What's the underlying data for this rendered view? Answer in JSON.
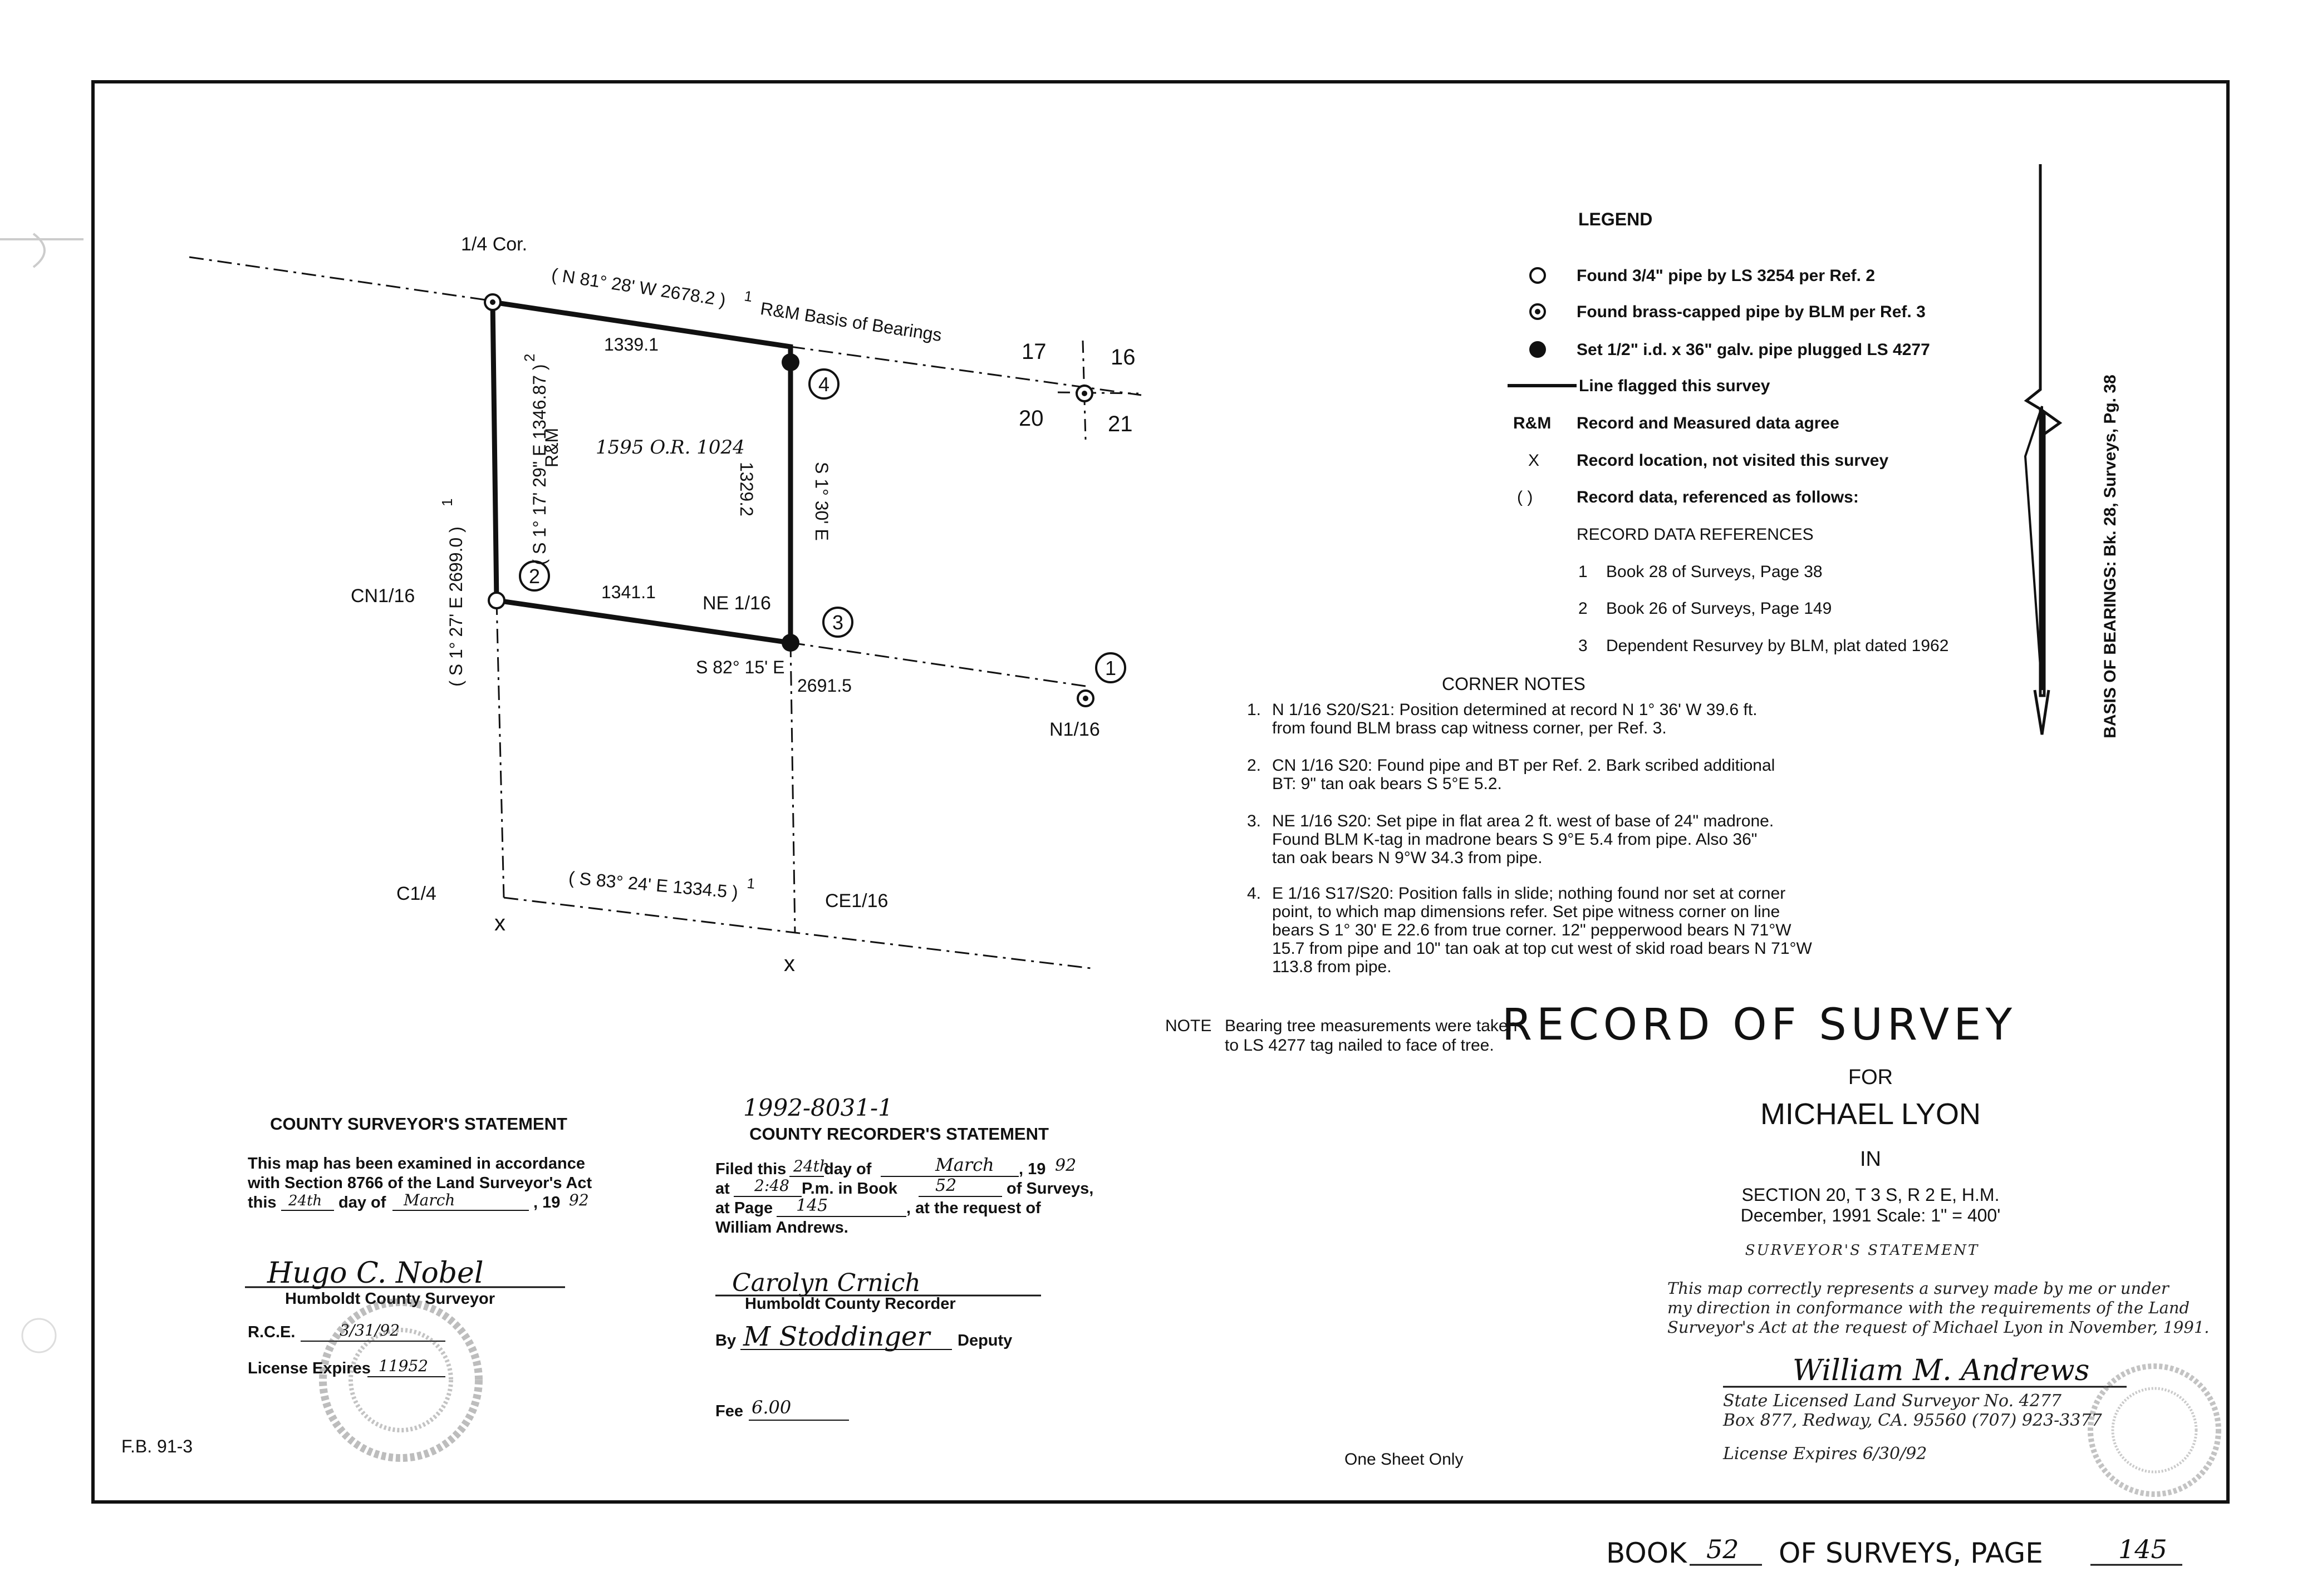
{
  "map": {
    "corner_labels": {
      "quarter_cor": "1/4 Cor.",
      "cn116": "CN1/16",
      "ne116": "NE 1/16",
      "n116": "N1/16",
      "c14": "C1/4",
      "ce116": "CE1/16"
    },
    "bearings": {
      "north_record": "( N 81° 28' W 2678.2 )",
      "north_record_ref": "1",
      "basis": "R&M Basis of Bearings",
      "west_record": "( S 1° 17' 29\" E 1346.87 )",
      "west_record_ref": "2",
      "west_rm": "R&M",
      "outer_west_record": "( S 1° 27' E 2699.0 )",
      "outer_west_ref": "1",
      "east_bearing": "S 1° 30' E",
      "east_dist": "1329.2",
      "north_dist": "1339.1",
      "south_dist": "1341.1",
      "south_bearing": "S 82° 15' E",
      "south_total": "2691.5",
      "south_record": "( S 83° 24' E 1334.5 )",
      "south_record_ref": "1"
    },
    "parcel_note": "1595 O.R. 1024",
    "section_numbers": {
      "s17": "17",
      "s16": "16",
      "s20": "20",
      "s21": "21"
    },
    "note_numbers": [
      "1",
      "2",
      "3",
      "4"
    ],
    "x_mark": "x"
  },
  "legend": {
    "title": "LEGEND",
    "items": [
      "Found 3/4\" pipe by LS 3254 per Ref. 2",
      "Found brass-capped pipe by BLM per Ref. 3",
      "Set 1/2\" i.d. x 36\" galv. pipe plugged LS 4277",
      "Line flagged this survey",
      "Record and Measured data agree",
      "Record location, not visited this survey",
      "Record data, referenced as follows:"
    ],
    "rm_symbol": "R&M",
    "x_symbol": "X",
    "paren_symbol": "( )",
    "references_title": "RECORD DATA REFERENCES",
    "references": [
      {
        "num": "1",
        "text": "Book 28 of Surveys, Page 38"
      },
      {
        "num": "2",
        "text": "Book 26 of Surveys, Page 149"
      },
      {
        "num": "3",
        "text": "Dependent Resurvey by BLM, plat dated 1962"
      }
    ]
  },
  "corner_notes": {
    "title": "CORNER NOTES",
    "notes": [
      {
        "num": "1.",
        "lines": [
          "N 1/16 S20/S21: Position determined at record N 1° 36' W 39.6 ft.",
          "from found BLM brass cap witness corner, per Ref. 3."
        ]
      },
      {
        "num": "2.",
        "lines": [
          "CN 1/16 S20: Found pipe and BT per Ref. 2. Bark scribed additional",
          "BT: 9\" tan oak bears S 5°E 5.2."
        ]
      },
      {
        "num": "3.",
        "lines": [
          "NE 1/16 S20: Set pipe in flat area 2 ft. west of base of 24\" madrone.",
          "Found BLM K-tag in madrone bears S 9°E 5.4 from pipe. Also 36\"",
          "tan oak bears N 9°W 34.3 from pipe."
        ]
      },
      {
        "num": "4.",
        "lines": [
          "E 1/16 S17/S20: Position falls in slide; nothing found nor set at corner",
          "point, to which map dimensions refer. Set pipe witness corner on line",
          "bears S 1° 30' E 22.6 from true corner. 12\" pepperwood bears N 71°W",
          "15.7 from pipe and 10\" tan oak at top cut west of skid road bears N 71°W",
          "113.8 from pipe."
        ]
      }
    ]
  },
  "note": {
    "label": "NOTE",
    "lines": [
      "Bearing tree measurements were taken",
      "to LS 4277 tag nailed to face of tree."
    ]
  },
  "basis_side": "BASIS OF BEARINGS: Bk. 28, Surveys, Pg. 38",
  "title_block": {
    "title": "RECORD OF SURVEY",
    "for": "FOR",
    "client": "MICHAEL LYON",
    "in": "IN",
    "location": "SECTION 20, T 3 S, R 2 E, H.M.",
    "date_scale": "December, 1991  Scale: 1\" = 400'",
    "surveyor_statement_title": "SURVEYOR'S STATEMENT",
    "statement_lines": [
      "This map correctly represents a survey made by me or under",
      "my direction in conformance with the requirements of the Land",
      "Surveyor's Act at the request of Michael Lyon in November, 1991."
    ],
    "signature": "William M. Andrews",
    "credentials": [
      "State Licensed Land Surveyor No. 4277",
      "Box 877, Redway, CA. 95560 (707) 923-3377"
    ],
    "license": "License Expires 6/30/92"
  },
  "county_surveyor": {
    "title": "COUNTY SURVEYOR'S STATEMENT",
    "lines": [
      "This map has been examined in accordance",
      "with Section 8766 of the Land Surveyor's Act"
    ],
    "this": "this",
    "day_value": "24th",
    "day_of": "day of",
    "month_value": "March",
    "year_prefix": ", 19",
    "year_value": "92",
    "signature": "Hugo C. Nobel",
    "role": "Humboldt County Surveyor",
    "rce_label": "R.C.E.",
    "rce_value": "3/31/92",
    "license_label": "License Expires",
    "license_value": "11952"
  },
  "county_recorder": {
    "doc_number": "1992-8031-1",
    "title": "COUNTY RECORDER'S STATEMENT",
    "filed_label": "Filed this",
    "filed_day": "24th",
    "day_of": "day of",
    "filed_month": "March",
    "year_prefix": ", 19",
    "filed_year": "92",
    "at_label": "at",
    "time_value": "2:48",
    "pm_book": "P.m. in Book",
    "book_value": "52",
    "of_surveys": "of Surveys,",
    "page_label": "at Page",
    "page_value": "145",
    "request": ", at the request of",
    "requester": "William Andrews.",
    "signature": "Carolyn Crnich",
    "role": "Humboldt County Recorder",
    "by_label": "By",
    "deputy_signature": "M Stoddinger",
    "deputy_label": "Deputy",
    "fee_label": "Fee",
    "fee_value": "6.00"
  },
  "field_book": "F.B. 91-3",
  "one_sheet": "One Sheet Only",
  "footer": {
    "book_label": "BOOK",
    "book_value": "52",
    "of_surveys": "OF SURVEYS, PAGE",
    "page_value": "145"
  }
}
